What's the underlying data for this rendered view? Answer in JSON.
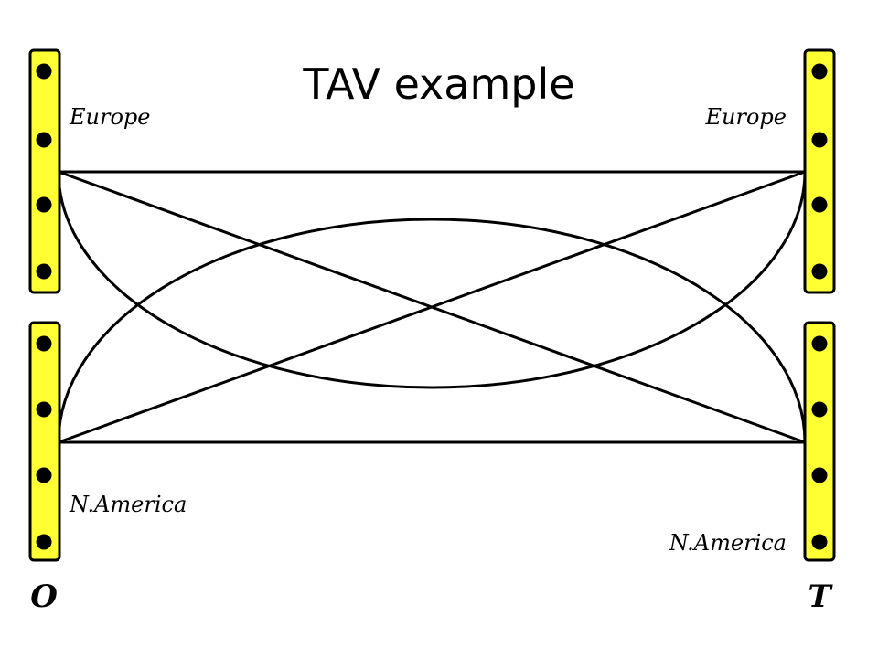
{
  "title": "TAV example",
  "labels": {
    "left_top": "Europe",
    "right_top": "Europe",
    "left_bottom": "N.America",
    "right_bottom": "N.America",
    "origin": "O",
    "target": "T"
  },
  "colors": {
    "bar_fill": "#ffff33",
    "bar_stroke": "#000000",
    "line": "#000000",
    "dot": "#000000"
  },
  "nodes": {
    "dots_per_bar": 4,
    "bars": [
      "left-top",
      "left-bottom",
      "right-top",
      "right-bottom"
    ]
  },
  "edges": [
    {
      "from": "origin-europe",
      "to": "target-europe",
      "shape": "straight"
    },
    {
      "from": "origin-europe",
      "to": "target-namerica",
      "shape": "straight"
    },
    {
      "from": "origin-namerica",
      "to": "target-europe",
      "shape": "straight"
    },
    {
      "from": "origin-namerica",
      "to": "target-namerica",
      "shape": "straight"
    },
    {
      "from": "origin-europe",
      "to": "target-europe",
      "shape": "curve-down"
    },
    {
      "from": "origin-namerica",
      "to": "target-namerica",
      "shape": "curve-up"
    }
  ]
}
